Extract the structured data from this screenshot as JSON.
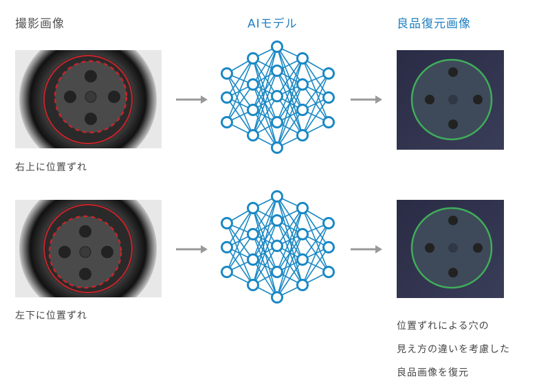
{
  "headers": {
    "input": "撮影画像",
    "model": "AIモデル",
    "output": "良品復元画像"
  },
  "rows": [
    {
      "caption": "右上に位置ずれ"
    },
    {
      "caption": "左下に位置ずれ"
    }
  ],
  "note": [
    "位置ずれによる穴の",
    "見え方の違いを考慮した",
    "良品画像を復元"
  ],
  "colors": {
    "accent": "#1e7fc0",
    "network": "#1a88c4",
    "arrow": "#999999",
    "defect_circle": "#c8242a",
    "restored_circle": "#3fae5a"
  }
}
